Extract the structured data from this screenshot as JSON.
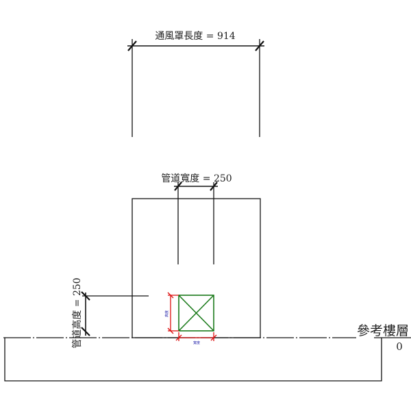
{
  "dimensions": {
    "hood_length_label": "通風罩長度 = 914",
    "duct_width_label": "管道寬度 = 250",
    "duct_height_label": "管道高度 = 250",
    "small_height_label": "高度",
    "small_width_label": "寬度"
  },
  "level": {
    "name": "參考樓層",
    "elevation": "0"
  },
  "colors": {
    "line": "#111111",
    "duct": "#1a7a1a",
    "dimension_red": "#dd1111",
    "label_blue": "#2222aa"
  }
}
